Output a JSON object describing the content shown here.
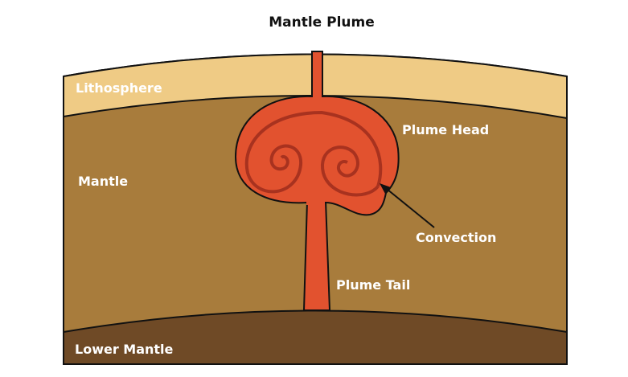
{
  "title": "Mantle Plume",
  "labels": {
    "lithosphere": "Lithosphere",
    "mantle": "Mantle",
    "plume_head": "Plume Head",
    "convection": "Convection",
    "plume_tail": "Plume Tail",
    "lower_mantle": "Lower Mantle"
  },
  "colors": {
    "lithosphere": "#efcb85",
    "mantle": "#a87c3c",
    "plume": "#e2522f",
    "spiral": "#a8321f",
    "lower_mantle": "#6f4a26"
  }
}
